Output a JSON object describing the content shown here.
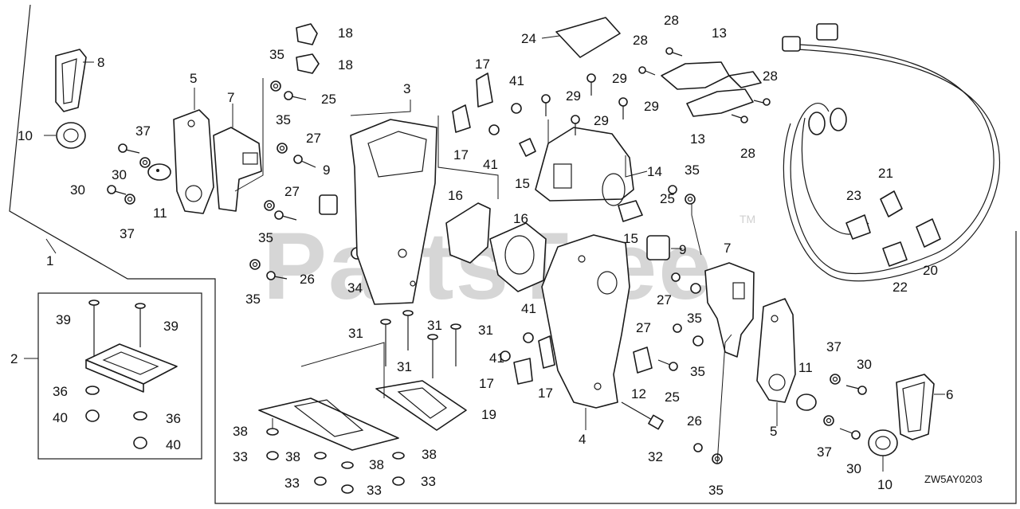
{
  "diagram_code": "ZW5AY0203",
  "watermark": {
    "text": "PartsTree",
    "tm": "TM"
  },
  "callouts": [
    {
      "id": "c8",
      "label": "8"
    },
    {
      "id": "c10a",
      "label": "10"
    },
    {
      "id": "c5a",
      "label": "5"
    },
    {
      "id": "c7a",
      "label": "7"
    },
    {
      "id": "c37a",
      "label": "37"
    },
    {
      "id": "c30a",
      "label": "30"
    },
    {
      "id": "c30b",
      "label": "30"
    },
    {
      "id": "c11a",
      "label": "11"
    },
    {
      "id": "c37b",
      "label": "37"
    },
    {
      "id": "c18a",
      "label": "18"
    },
    {
      "id": "c18b",
      "label": "18"
    },
    {
      "id": "c35a",
      "label": "35"
    },
    {
      "id": "c25a",
      "label": "25"
    },
    {
      "id": "c35b",
      "label": "35"
    },
    {
      "id": "c27a",
      "label": "27"
    },
    {
      "id": "c9a",
      "label": "9"
    },
    {
      "id": "c27b",
      "label": "27"
    },
    {
      "id": "c35c",
      "label": "35"
    },
    {
      "id": "c35d",
      "label": "35"
    },
    {
      "id": "c26a",
      "label": "26"
    },
    {
      "id": "c34",
      "label": "34"
    },
    {
      "id": "c1",
      "label": "1"
    },
    {
      "id": "c3",
      "label": "3"
    },
    {
      "id": "c17a",
      "label": "17"
    },
    {
      "id": "c17b",
      "label": "17"
    },
    {
      "id": "c41a",
      "label": "41"
    },
    {
      "id": "c41b",
      "label": "41"
    },
    {
      "id": "c15a",
      "label": "15"
    },
    {
      "id": "c16a",
      "label": "16"
    },
    {
      "id": "c16b",
      "label": "16"
    },
    {
      "id": "c24",
      "label": "24"
    },
    {
      "id": "c29a",
      "label": "29"
    },
    {
      "id": "c29b",
      "label": "29"
    },
    {
      "id": "c29c",
      "label": "29"
    },
    {
      "id": "c29d",
      "label": "29"
    },
    {
      "id": "c28a",
      "label": "28"
    },
    {
      "id": "c28b",
      "label": "28"
    },
    {
      "id": "c28c",
      "label": "28"
    },
    {
      "id": "c28d",
      "label": "28"
    },
    {
      "id": "c13a",
      "label": "13"
    },
    {
      "id": "c13b",
      "label": "13"
    },
    {
      "id": "c14",
      "label": "14"
    },
    {
      "id": "c15b",
      "label": "15"
    },
    {
      "id": "c35e",
      "label": "35"
    },
    {
      "id": "c25b",
      "label": "25"
    },
    {
      "id": "c9b",
      "label": "9"
    },
    {
      "id": "c7b",
      "label": "7"
    },
    {
      "id": "c27c",
      "label": "27"
    },
    {
      "id": "c35f",
      "label": "35"
    },
    {
      "id": "c27d",
      "label": "27"
    },
    {
      "id": "c35g",
      "label": "35"
    },
    {
      "id": "c21",
      "label": "21"
    },
    {
      "id": "c23",
      "label": "23"
    },
    {
      "id": "c22",
      "label": "22"
    },
    {
      "id": "c20",
      "label": "20"
    },
    {
      "id": "c12",
      "label": "12"
    },
    {
      "id": "c25c",
      "label": "25"
    },
    {
      "id": "c37c",
      "label": "37"
    },
    {
      "id": "c30c",
      "label": "30"
    },
    {
      "id": "c11b",
      "label": "11"
    },
    {
      "id": "c6",
      "label": "6"
    },
    {
      "id": "c5b",
      "label": "5"
    },
    {
      "id": "c37d",
      "label": "37"
    },
    {
      "id": "c30d",
      "label": "30"
    },
    {
      "id": "c10b",
      "label": "10"
    },
    {
      "id": "c26b",
      "label": "26"
    },
    {
      "id": "c32",
      "label": "32"
    },
    {
      "id": "c35h",
      "label": "35"
    },
    {
      "id": "c4",
      "label": "4"
    },
    {
      "id": "c41c",
      "label": "41"
    },
    {
      "id": "c41d",
      "label": "41"
    },
    {
      "id": "c17c",
      "label": "17"
    },
    {
      "id": "c17d",
      "label": "17"
    },
    {
      "id": "c31a",
      "label": "31"
    },
    {
      "id": "c31b",
      "label": "31"
    },
    {
      "id": "c31c",
      "label": "31"
    },
    {
      "id": "c31d",
      "label": "31"
    },
    {
      "id": "c19",
      "label": "19"
    },
    {
      "id": "c38a",
      "label": "38"
    },
    {
      "id": "c33a",
      "label": "33"
    },
    {
      "id": "c38b",
      "label": "38"
    },
    {
      "id": "c38c",
      "label": "38"
    },
    {
      "id": "c38d",
      "label": "38"
    },
    {
      "id": "c33b",
      "label": "33"
    },
    {
      "id": "c33c",
      "label": "33"
    },
    {
      "id": "c33d",
      "label": "33"
    },
    {
      "id": "c2",
      "label": "2"
    },
    {
      "id": "c39a",
      "label": "39"
    },
    {
      "id": "c39b",
      "label": "39"
    },
    {
      "id": "c36a",
      "label": "36"
    },
    {
      "id": "c36b",
      "label": "36"
    },
    {
      "id": "c40a",
      "label": "40"
    },
    {
      "id": "c40b",
      "label": "40"
    }
  ]
}
